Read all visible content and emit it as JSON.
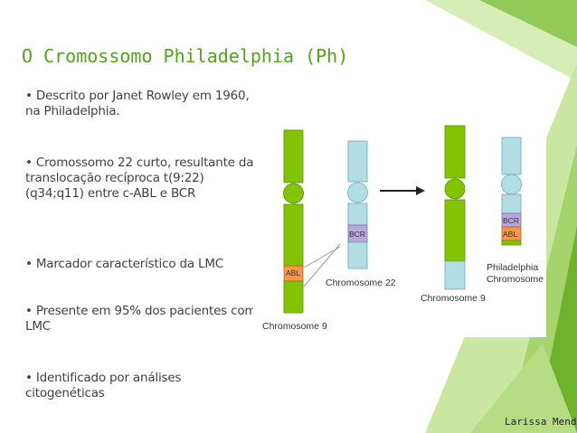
{
  "title": "O Cromossomo Philadelphia (Ph)",
  "bullets": [
    "• Descrito por Janet Rowley em 1960, na Philadelphia.",
    "• Cromossomo 22 curto, resultante da translocação recíproca t(9:22) (q34;q11) entre c-ABL e BCR",
    "• Marcador característico da LMC",
    "• Presente em 95% dos pacientes com LMC",
    "• Identificado por análises citogenéticas"
  ],
  "figure": {
    "labels": {
      "abl": "ABL",
      "bcr": "BCR",
      "chromosome_9_before": "Chromosome 9",
      "chromosome_22_before": "Chromosome 22",
      "chromosome_9_after": "Chromosome 9",
      "philadelphia_line1": "Philadelphia",
      "philadelphia_line2": "Chromosome"
    },
    "colors": {
      "chromosome_9": "#82c400",
      "chromosome_22": "#b2dde4",
      "abl_band": "#f79646",
      "bcr_band": "#b8a6de"
    }
  },
  "author": "Larissa Mendes",
  "colors": {
    "title": "#4fa51b",
    "decor_dark": "#7fbf3a",
    "decor_light": "#c9e7a0"
  }
}
